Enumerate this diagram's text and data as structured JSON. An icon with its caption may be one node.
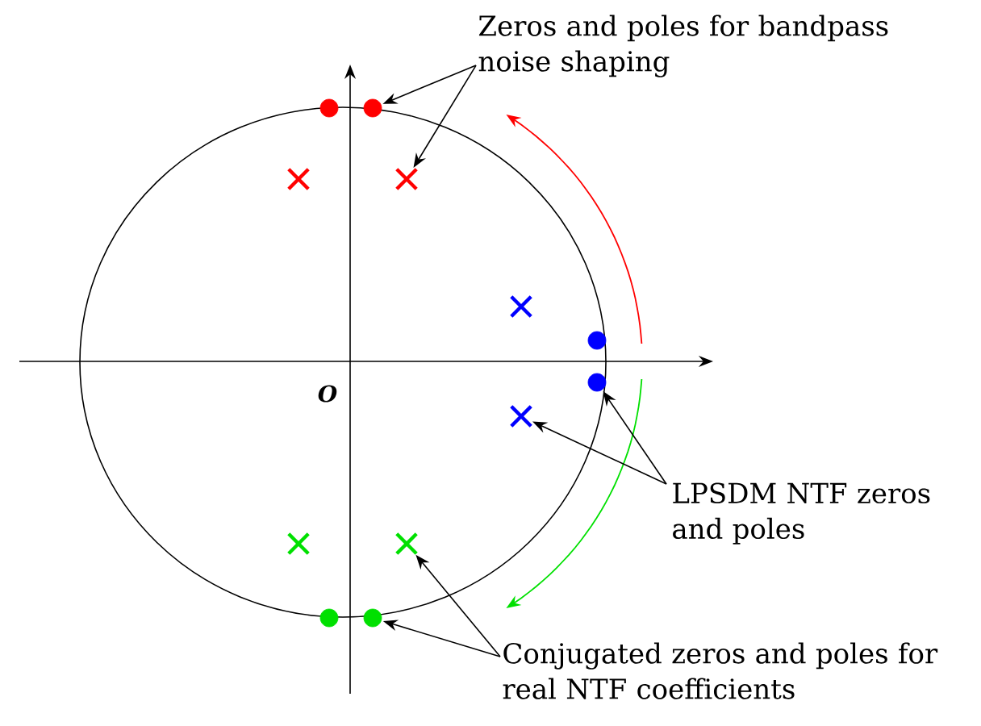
{
  "diagram": {
    "nodes": [
      {
        "text": [
          "Zeros and poles for bandpass noise shaping"
        ]
      },
      {
        "text": [],
        "shape": "circle"
      },
      {
        "text": [],
        "shape": "circle"
      },
      {
        "text": [],
        "shape": "cross"
      },
      {
        "text": [],
        "shape": "cross"
      },
      {
        "text": [],
        "shape": "cross"
      },
      {
        "text": [],
        "shape": "circle"
      },
      {
        "text": [],
        "shape": "circle"
      },
      {
        "text": [],
        "shape": "cross"
      },
      {
        "text": [
          "LPSDM NTF zeros and poles"
        ]
      },
      {
        "text": [],
        "shape": "cross"
      },
      {
        "text": [],
        "shape": "cross"
      },
      {
        "text": [],
        "shape": "circle"
      },
      {
        "text": [],
        "shape": "circle"
      },
      {
        "text": [
          "Conjugated zeros and poles for real NTF coefficients"
        ]
      }
    ],
    "edges": [
      {
        "from": 0,
        "to": 2,
        "arrow": "to"
      },
      {
        "from": 0,
        "to": 4,
        "arrow": "to"
      },
      {
        "from": 9,
        "to": 8,
        "arrow": "to"
      },
      {
        "from": 9,
        "to": 7,
        "arrow": "to"
      },
      {
        "from": 14,
        "to": 13,
        "arrow": "to"
      },
      {
        "from": 14,
        "to": 11,
        "arrow": "to"
      }
    ],
    "labels": [
      "O"
    ]
  }
}
